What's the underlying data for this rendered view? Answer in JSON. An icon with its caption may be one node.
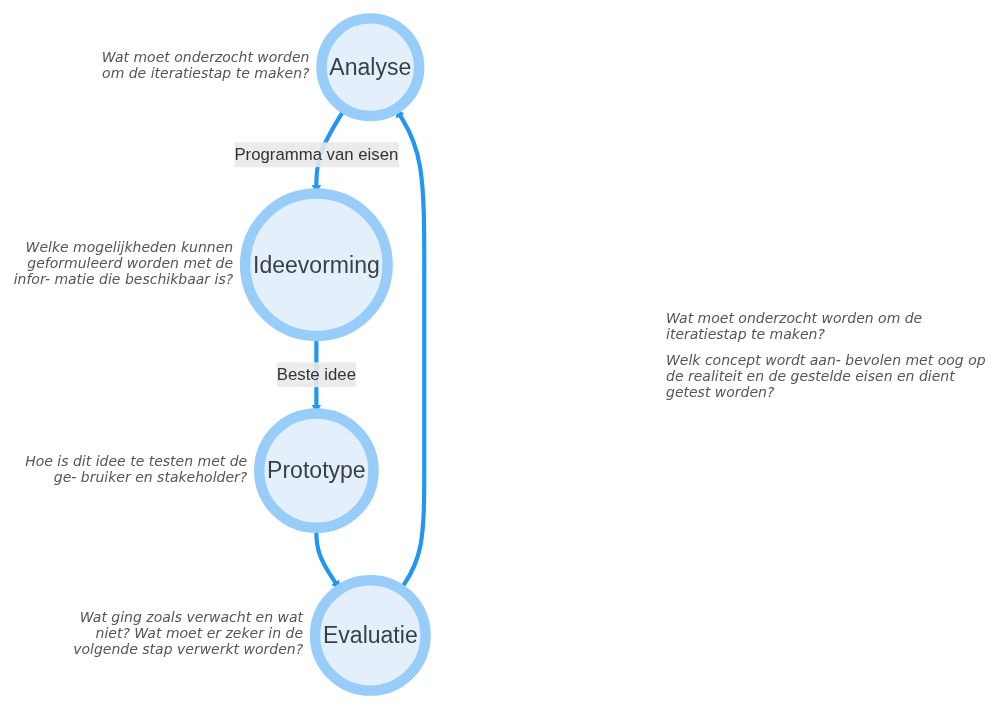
{
  "diagram": {
    "nodes": [
      {
        "text": [
          "Analyse"
        ],
        "beside": [
          "Wat moet onderzocht worden om de iteratiestap te maken?"
        ]
      },
      {
        "text": [
          "Ideevorming"
        ],
        "beside": [
          "Welke mogelijkheden kunnen geformuleerd worden met de infor- matie die beschikbaar is?"
        ]
      },
      {
        "text": [
          "Prototype"
        ],
        "beside": [
          "Hoe is dit idee te testen met de ge- bruiker en stakeholder?"
        ]
      },
      {
        "text": [
          "Evaluatie"
        ],
        "beside": [
          "Wat ging zoals verwacht en wat niet? Wat moet er zeker in de volgende stap verwerkt worden?"
        ]
      }
    ],
    "edges": [
      {
        "from": 0,
        "to": 1,
        "arrow": "to",
        "label": "Programma van eisen"
      },
      {
        "from": 1,
        "to": 2,
        "arrow": "to",
        "label": "Beste idee"
      },
      {
        "from": 2,
        "to": 3,
        "arrow": "to"
      },
      {
        "from": 3,
        "to": 0,
        "arrow": "to"
      }
    ],
    "labels": [
      "Wat moet onderzocht worden om de iteratiestap te maken?",
      "Welk concept wordt aan- bevolen met oog op de realiteit en de gestelde eisen en dient getest worden?"
    ]
  }
}
